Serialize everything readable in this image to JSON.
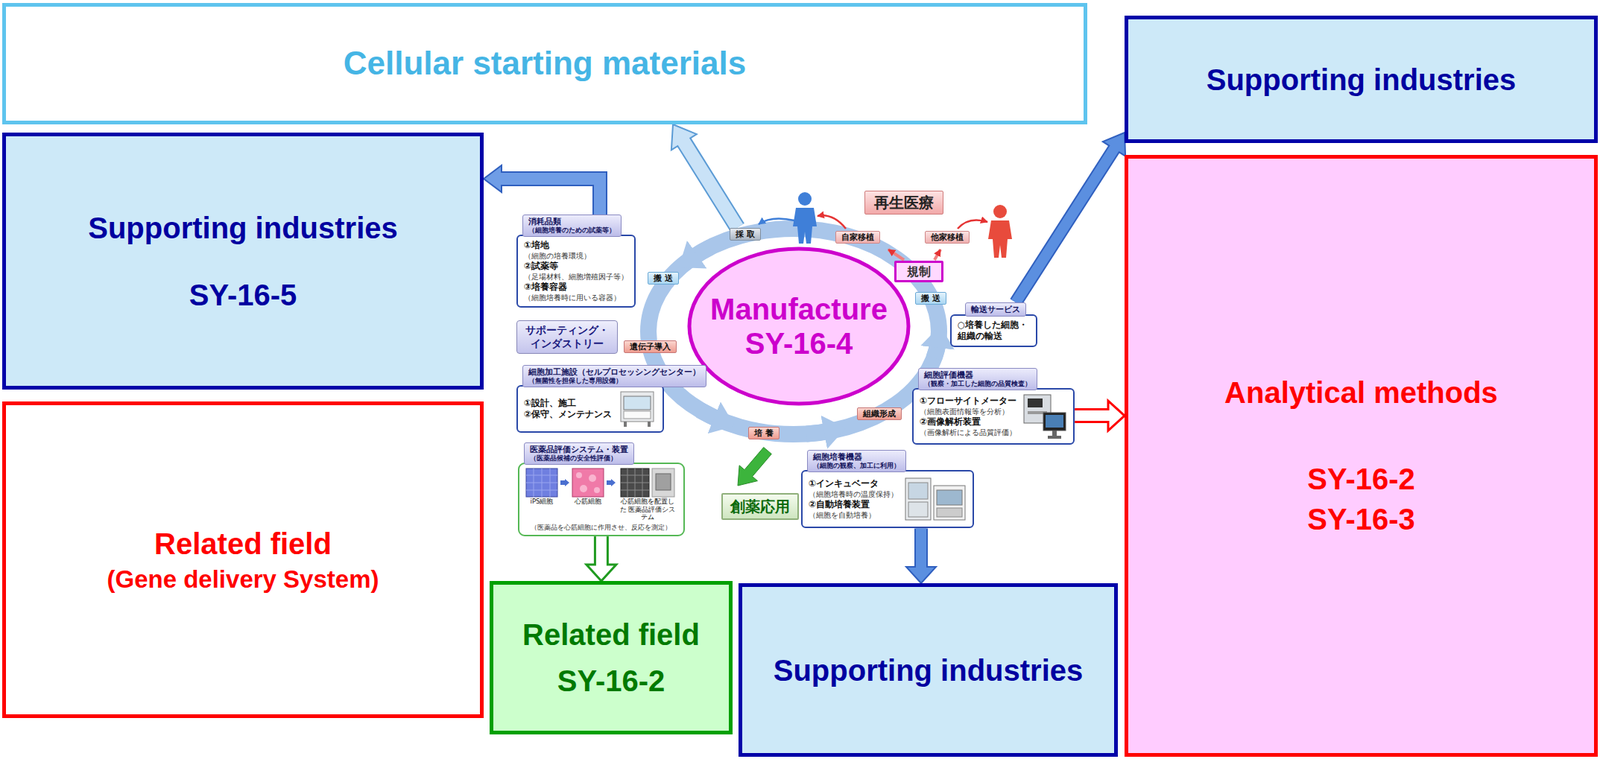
{
  "diagram": {
    "nodes": [
      {
        "text": [
          "Cellular starting materials"
        ]
      },
      {
        "text": [
          "Supporting industries"
        ]
      },
      {
        "text": [
          "Supporting industries",
          "SY-16-5"
        ]
      },
      {
        "text": [
          "再生医療"
        ]
      },
      {
        "text": [
          "採 取"
        ]
      },
      {
        "text": [
          "自家移植"
        ]
      },
      {
        "text": [
          "他家移植"
        ]
      },
      {
        "text": [
          "消耗品類",
          "（細胞培養のための試薬等）",
          "①培地",
          "（細胞の培養環境）",
          "②試薬等",
          "（足場材料、細胞増殖因子等）",
          "③培養容器",
          "（細胞培養時に用いる容器）"
        ]
      },
      {
        "text": [
          "規制"
        ]
      },
      {
        "text": [
          "搬 送"
        ]
      },
      {
        "text": [
          "Manufacture",
          "SY-16-4"
        ]
      },
      {
        "text": [
          "搬 送"
        ]
      },
      {
        "text": [
          "輸送サービス",
          "○培養した細胞・ 組織の輸送"
        ]
      },
      {
        "text": [
          "サポーティング・ インダストリー"
        ]
      },
      {
        "text": [
          "遺伝子導入"
        ]
      },
      {
        "text": [
          "Analytical methods",
          "SY-16-2",
          "SY-16-3"
        ]
      },
      {
        "text": [
          "細胞加工施設（セルプロセッシングセンター）",
          "（無菌性を担保した専用設備）",
          "①設計、施工",
          "②保守、メンテナンス"
        ]
      },
      {
        "text": [
          "細胞評価機器",
          "（観察・加工した細胞の品質検査）",
          "①フローサイトメーター",
          "（細胞表面情報等を分析）",
          "②画像解析装置",
          "（画像解析による品質評価）"
        ]
      },
      {
        "text": [
          "組織形成"
        ]
      },
      {
        "text": [
          "培 養"
        ]
      },
      {
        "text": [
          "Related field",
          "(Gene delivery System)"
        ]
      },
      {
        "text": [
          "医薬品評価システム・装置",
          "（医薬品候補の安全性評価）",
          "iPS細胞",
          "心筋細胞",
          "心筋細胞を配置した 医薬品評価システム",
          "（医薬品を心筋細胞に作用させ、反応を測定）"
        ]
      },
      {
        "text": [
          "細胞培養機器",
          "（細胞の観察、加工に利用）",
          "①インキュベータ",
          "（細胞培養時の温度保持）",
          "②自動培養装置",
          "（細胞を自動培養）"
        ]
      },
      {
        "text": [
          "創薬応用"
        ]
      },
      {
        "text": [
          "Related field",
          "SY-16-2"
        ]
      },
      {
        "text": [
          "Supporting industries"
        ]
      }
    ],
    "edges": [
      {
        "from": 4,
        "to": 0,
        "arrow": "to"
      },
      {
        "from": 7,
        "to": 2,
        "arrow": "to"
      },
      {
        "from": 12,
        "to": 1,
        "arrow": "to"
      },
      {
        "from": 17,
        "to": 15,
        "arrow": "to"
      },
      {
        "from": 21,
        "to": 24,
        "arrow": "to"
      },
      {
        "from": 22,
        "to": 25,
        "arrow": "to"
      }
    ]
  }
}
